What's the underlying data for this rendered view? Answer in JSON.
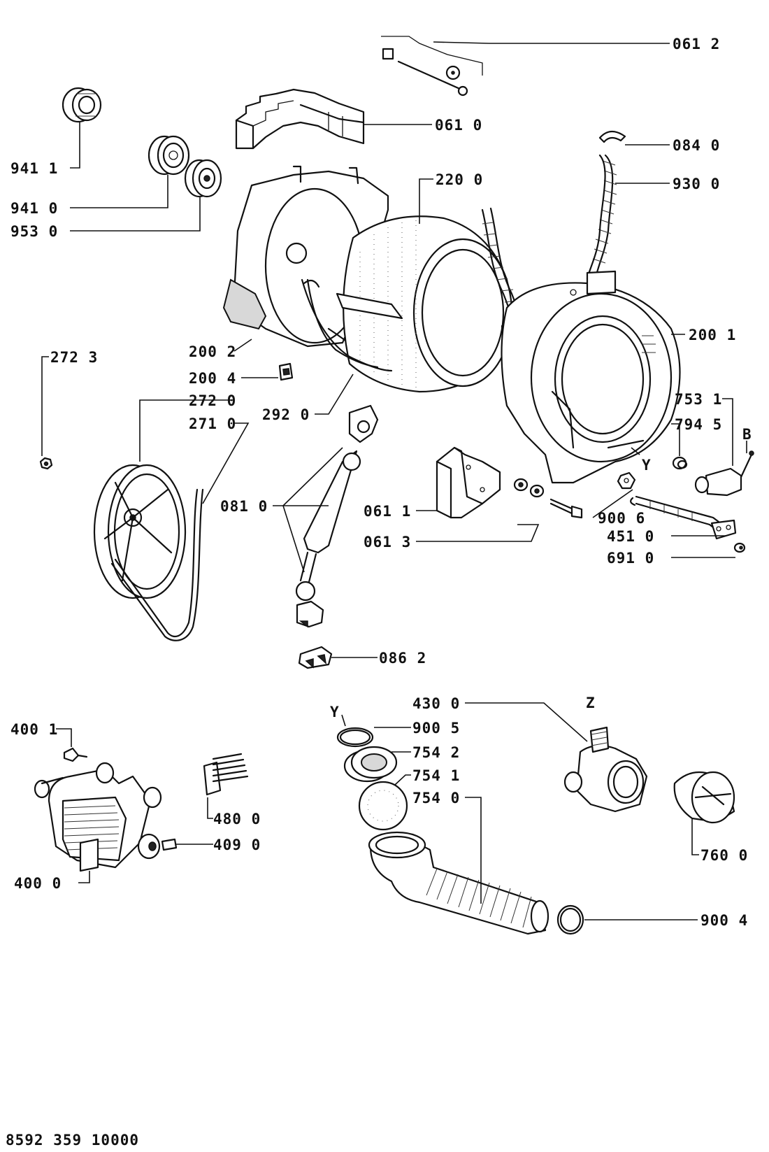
{
  "document_number": "8592 359 10000",
  "part_labels": {
    "p0612": "061 2",
    "p0610": "061 0",
    "p9411": "941 1",
    "p9410": "941 0",
    "p9530": "953 0",
    "p2200": "220 0",
    "p0840": "084 0",
    "p9300": "930 0",
    "p2001": "200 1",
    "p2002": "200 2",
    "p2723": "272 3",
    "p2004": "200 4",
    "p2720": "272 0",
    "p2920": "292 0",
    "p2710": "271 0",
    "p7531": "753 1",
    "p7945": "794 5",
    "pB": "B",
    "pY1": "Y",
    "p0611": "061 1",
    "p9006": "900 6",
    "p0810": "081 0",
    "p4510": "451 0",
    "p0613": "061 3",
    "p6910": "691 0",
    "p0862": "086 2",
    "p4300": "430 0",
    "pZ": "Z",
    "pY2": "Y",
    "p9005": "900 5",
    "p4001": "400 1",
    "p7542": "754 2",
    "p7541": "754 1",
    "p7540": "754 0",
    "p4800": "480 0",
    "p4090": "409 0",
    "p7600": "760 0",
    "p4000": "400 0",
    "p9004": "900 4"
  }
}
